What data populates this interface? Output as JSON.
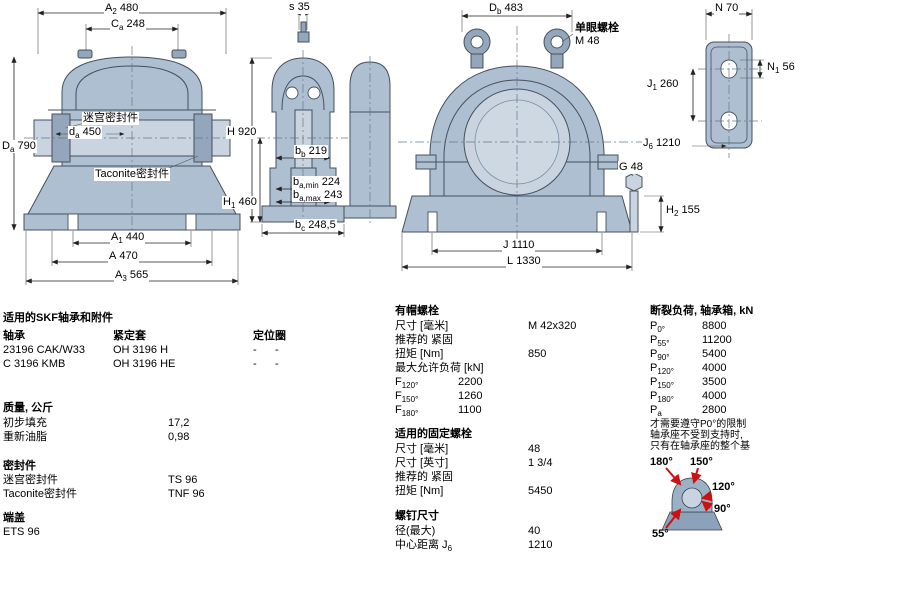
{
  "colors": {
    "drawing_fill": "#aebfd1",
    "drawing_fill_dark": "#93a6bb",
    "drawing_fill_light": "#c9d4e0",
    "drawing_stroke": "#44505e",
    "arrow_red": "#cc1111",
    "text": "#000000",
    "background": "#ffffff"
  },
  "drawings": {
    "front": {
      "labels": {
        "seal_top": "迷宫密封件",
        "seal_bottom": "Taconite密封件"
      },
      "dims": {
        "A2": {
          "base": "A",
          "sub": "2",
          "value": "480"
        },
        "Ca": {
          "base": "C",
          "sub": "a",
          "value": "248"
        },
        "da": {
          "base": "d",
          "sub": "a",
          "value": "450"
        },
        "Da": {
          "base": "D",
          "sub": "a",
          "value": "790"
        },
        "A1": {
          "base": "A",
          "sub": "1",
          "value": "440"
        },
        "A": {
          "base": "A",
          "sub": "",
          "value": "470"
        },
        "A3": {
          "base": "A",
          "sub": "3",
          "value": "565"
        }
      }
    },
    "section": {
      "dims": {
        "s": {
          "base": "s",
          "sub": "",
          "value": "35"
        },
        "H": {
          "base": "H",
          "sub": "",
          "value": "920"
        },
        "H1": {
          "base": "H",
          "sub": "1",
          "value": "460"
        },
        "bb": {
          "base": "b",
          "sub": "b",
          "value": "219"
        },
        "ba_min": {
          "base": "b",
          "sub": "a,min",
          "value": "224"
        },
        "ba_max": {
          "base": "b",
          "sub": "a,max",
          "value": "243"
        },
        "bc": {
          "base": "b",
          "sub": "c",
          "value": "248,5"
        }
      }
    },
    "housing": {
      "labels": {
        "eyebolt_line1": "单眼螺栓",
        "eyebolt_line2": "M 48"
      },
      "dims": {
        "Db": {
          "base": "D",
          "sub": "b",
          "value": "483"
        },
        "G": {
          "base": "G",
          "sub": "",
          "value": "48"
        },
        "H2": {
          "base": "H",
          "sub": "2",
          "value": "155"
        },
        "J": {
          "base": "J",
          "sub": "",
          "value": "1110"
        },
        "L": {
          "base": "L",
          "sub": "",
          "value": "1330"
        }
      }
    },
    "top_view": {
      "dims": {
        "N": {
          "base": "N",
          "sub": "",
          "value": "70"
        },
        "N1": {
          "base": "N",
          "sub": "1",
          "value": "56"
        },
        "J1": {
          "base": "J",
          "sub": "1",
          "value": "260"
        },
        "J6": {
          "base": "J",
          "sub": "6",
          "value": "1210"
        }
      }
    }
  },
  "bearings": {
    "title": "适用的SKF轴承和附件",
    "columns": {
      "bearing": "轴承",
      "sleeve": "紧定套",
      "ring": "定位圈"
    },
    "rows": [
      {
        "bearing": "23196 CAK/W33",
        "sleeve": "OH 3196 H",
        "ring_a": "-",
        "ring_b": "-"
      },
      {
        "bearing": "C 3196 KMB",
        "sleeve": "OH 3196 HE",
        "ring_a": "-",
        "ring_b": "-"
      }
    ]
  },
  "mass": {
    "title": "质量, 公斤",
    "rows": [
      {
        "label": "初步填充",
        "value": "17,2"
      },
      {
        "label": "重新油脂",
        "value": "0,98"
      }
    ]
  },
  "seals": {
    "title": "密封件",
    "rows": [
      {
        "label": "迷宫密封件",
        "value": "TS 96"
      },
      {
        "label": "Taconite密封件",
        "value": "TNF 96"
      }
    ]
  },
  "end_cover": {
    "title": "端盖",
    "value": "ETS 96"
  },
  "cap_bolts": {
    "title": "有帽螺栓",
    "size_label": "尺寸 [毫米]",
    "size_value": "M 42x320",
    "recommended_label": "推荐的 紧固",
    "torque_label": "扭矩 [Nm]",
    "torque_value": "850",
    "max_load_label": "最大允许负荷 [kN]",
    "loads": [
      {
        "base": "F",
        "sub": "120°",
        "value": "2200"
      },
      {
        "base": "F",
        "sub": "150°",
        "value": "1260"
      },
      {
        "base": "F",
        "sub": "180°",
        "value": "1100"
      }
    ]
  },
  "attachment_bolts": {
    "title": "适用的固定螺栓",
    "size_mm_label": "尺寸 [毫米]",
    "size_mm_value": "48",
    "size_in_label": "尺寸 [英寸]",
    "size_in_value": "1 3/4",
    "recommended_label": "推荐的 紧固",
    "torque_label": "扭矩 [Nm]",
    "torque_value": "5450"
  },
  "bolt_dims": {
    "title": "螺钉尺寸",
    "dia_label": "径(最大)",
    "dia_value": "40",
    "cc_label_base": "中心距离 J",
    "cc_label_sub": "6",
    "cc_value": "1210"
  },
  "breaking_loads": {
    "title": "断裂负荷, 轴承箱, kN",
    "rows": [
      {
        "base": "P",
        "sub": "0°",
        "value": "8800"
      },
      {
        "base": "P",
        "sub": "55°",
        "value": "11200"
      },
      {
        "base": "P",
        "sub": "90°",
        "value": "5400"
      },
      {
        "base": "P",
        "sub": "120°",
        "value": "4000"
      },
      {
        "base": "P",
        "sub": "150°",
        "value": "3500"
      },
      {
        "base": "P",
        "sub": "180°",
        "value": "4000"
      },
      {
        "base": "P",
        "sub": "a",
        "value": "2800"
      }
    ],
    "note_lines": [
      "才需要遵守P0°的限制",
      "轴承座不受到支持时,",
      "只有在轴承座的整个基"
    ],
    "angles": [
      "180°",
      "150°",
      "120°",
      "90°",
      "55°"
    ]
  }
}
